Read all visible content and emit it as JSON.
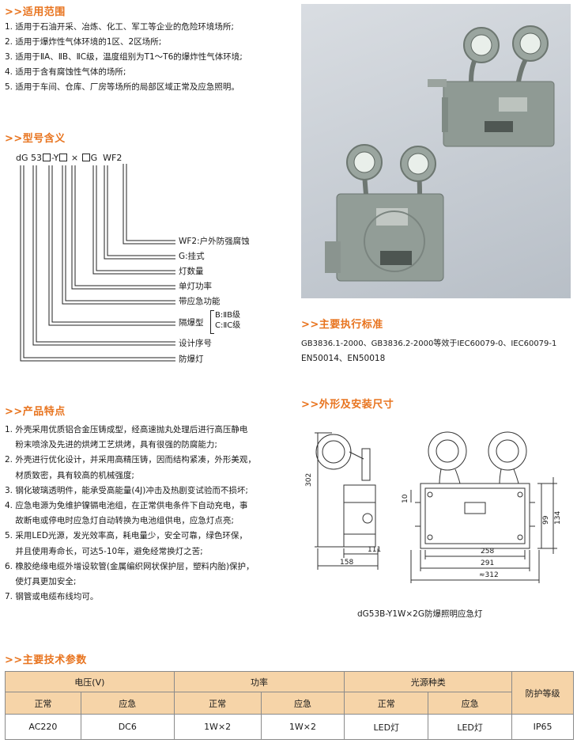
{
  "scope": {
    "title": ">>适用范围",
    "items": [
      "1. 适用于石油开采、冶炼、化工、军工等企业的危险环境场所;",
      "2. 适用于爆炸性气体环境的1区、2区场所;",
      "3. 适用于ⅡA、ⅡB、ⅡC级，温度组别为T1～T6的爆炸性气体环境;",
      "4. 适用于含有腐蚀性气体的场所;",
      "5. 适用于车间、仓库、厂房等场所的局部区域正常及应急照明。"
    ]
  },
  "model": {
    "title": ">>型号含义",
    "code_parts": [
      "dG 53",
      "-Y",
      "×",
      "G",
      "WF2"
    ],
    "legend": [
      "WF2:户外防强腐蚀",
      "G:挂式",
      "灯数量",
      "单灯功率",
      "带应急功能",
      "隔爆型",
      "B:ⅡB级",
      "C:ⅡC级",
      "设计序号",
      "防爆灯"
    ]
  },
  "standards": {
    "title": ">>主要执行标准",
    "lines": [
      "GB3836.1-2000、GB3836.2-2000等效于IEC60079-0、IEC60079-1",
      "EN50014、EN50018"
    ]
  },
  "features": {
    "title": ">>产品特点",
    "items": [
      "1. 外壳采用优质铝合金压铸成型，经高速抛丸处理后进行高压静电",
      "    粉末喷涂及先进的烘烤工艺烘烤，具有很强的防腐能力;",
      "2. 外壳进行优化设计，并采用高精压铸，因而结构紧凑，外形美观，",
      "    材质致密，具有较高的机械强度;",
      "3. 钢化玻璃透明件，能承受高能量(4J)冲击及热剧变试验而不损坏;",
      "4. 应急电源为免维护镍镉电池组，在正常供电条件下自动充电，事",
      "    故断电或停电时应急灯自动转换为电池组供电，应急灯点亮;",
      "5. 采用LED光源，发光效率高，耗电量少，安全可靠，绿色环保，",
      "    并且使用寿命长，可达5-10年，避免经常换灯之苦;",
      "6. 橡胶绝缘电缆外增设软管(金属编织网状保护层，塑料内胎)保护，",
      "    使灯具更加安全;",
      "7. 钢管或电缆布线均可。"
    ]
  },
  "dimensions": {
    "title": ">>外形及安装尺寸",
    "labels": {
      "h302": "302",
      "w111": "111",
      "w158": "158",
      "d10": "10",
      "h99": "99",
      "h134": "134",
      "w258": "258",
      "w291": "291",
      "w312": "≈312"
    },
    "caption": "dG53B-Y1W×2G防爆照明应急灯"
  },
  "params": {
    "title": ">>主要技术参数",
    "headers": {
      "voltage": "电压(V)",
      "power": "功率",
      "light": "光源种类",
      "ip": "防护等级",
      "normal": "正常",
      "emergency": "应急"
    },
    "row": [
      "AC220",
      "DC6",
      "1W×2",
      "1W×2",
      "LED灯",
      "LED灯",
      "IP65"
    ]
  },
  "colors": {
    "accent": "#e8741f",
    "table_header": "#f6d4a8"
  }
}
